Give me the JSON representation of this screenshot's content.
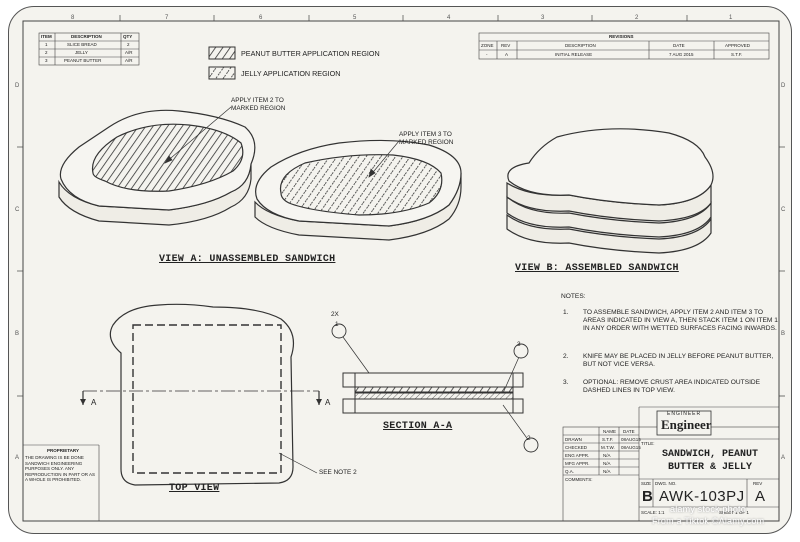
{
  "bom": {
    "headers": [
      "ITEM",
      "DESCRIPTION",
      "QTY"
    ],
    "rows": [
      {
        "item": "1",
        "description": "SLICE BREAD",
        "qty": "2"
      },
      {
        "item": "2",
        "description": "JELLY",
        "qty": "A/R"
      },
      {
        "item": "3",
        "description": "PEANUT BUTTER",
        "qty": "A/R"
      }
    ]
  },
  "legend": [
    {
      "label": "PEANUT BUTTER APPLICATION REGION"
    },
    {
      "label": "JELLY APPLICATION REGION"
    }
  ],
  "revisions": {
    "title": "REVISIONS",
    "headers": [
      "ZONE",
      "REV",
      "DESCRIPTION",
      "DATE",
      "APPROVED"
    ],
    "row": {
      "zone": "-",
      "rev": "A",
      "description": "INITIAL RELEASE",
      "date": "7 AUG 2015",
      "approved": "S.T.F."
    }
  },
  "zones": {
    "top": [
      "8",
      "7",
      "6",
      "5",
      "4",
      "3",
      "2",
      "1"
    ],
    "side": [
      "D",
      "C",
      "B",
      "A"
    ]
  },
  "callouts": {
    "apply_item2": [
      "APPLY ITEM 2 TO",
      "MARKED REGION"
    ],
    "apply_item3": [
      "APPLY ITEM 3 TO",
      "MARKED REGION"
    ],
    "see_note": "SEE NOTE 2",
    "qty_2x": "2X",
    "balloon_1": "1",
    "balloon_2": "2",
    "balloon_3": "3",
    "section_a_left": "A",
    "section_a_right": "A"
  },
  "views": {
    "view_a": "VIEW A: UNASSEMBLED SANDWICH",
    "view_b": "VIEW B: ASSEMBLED SANDWICH",
    "top_view": "TOP VIEW",
    "section": "SECTION A-A"
  },
  "notes": {
    "heading": "NOTES:",
    "items": [
      {
        "num": "1.",
        "text": "TO ASSEMBLE SANDWICH, APPLY ITEM 2 AND ITEM 3 TO AREAS INDICATED IN VIEW A, THEN STACK ITEM 1 ON ITEM 1 IN ANY ORDER WITH WETTED SURFACES FACING INWARDS."
      },
      {
        "num": "2.",
        "text": "KNIFE MAY BE PLACED IN JELLY BEFORE PEANUT BUTTER, BUT NOT VICE VERSA."
      },
      {
        "num": "3.",
        "text": "OPTIONAL: REMOVE CRUST AREA INDICATED OUTSIDE DASHED LINES IN TOP VIEW."
      }
    ]
  },
  "title_block": {
    "approvals_headers": [
      "NAME",
      "DATE"
    ],
    "approvals": [
      {
        "role": "DRAWN",
        "name": "S.T.F.",
        "date": "08AUG15"
      },
      {
        "role": "CHECKED",
        "name": "M.T.W.",
        "date": "08AUG15"
      },
      {
        "role": "ENG APPR.",
        "name": "N/A",
        "date": ""
      },
      {
        "role": "MFG APPR.",
        "name": "N/A",
        "date": ""
      },
      {
        "role": "Q.A.",
        "name": "N/A",
        "date": ""
      }
    ],
    "comments": "COMMENTS:",
    "proprietary_heading": "PROPRIETARY",
    "proprietary_text": "THE DRAWING IS BE DONE SANDWICH ENGINEERING PURPOSES ONLY. ANY REPRODUCTION IN PART OR AS A WHOLE IS PROHIBITED.",
    "logo_small": "ENGINEER",
    "logo_main": "Engineer",
    "title_label": "TITLE:",
    "title_lines": [
      "SANDWICH, PEANUT",
      "BUTTER & JELLY"
    ],
    "size_label": "SIZE",
    "size": "B",
    "dwg_label": "DWG. NO.",
    "dwg_no": "AWK-103PJ",
    "rev_label": "REV",
    "rev": "A",
    "scale": "SCALE: 1:1",
    "sheet": "SHEET 1 OF 1"
  },
  "watermark": [
    "alamy stock photo",
    "From a Tiktok ©Alamy.com"
  ]
}
